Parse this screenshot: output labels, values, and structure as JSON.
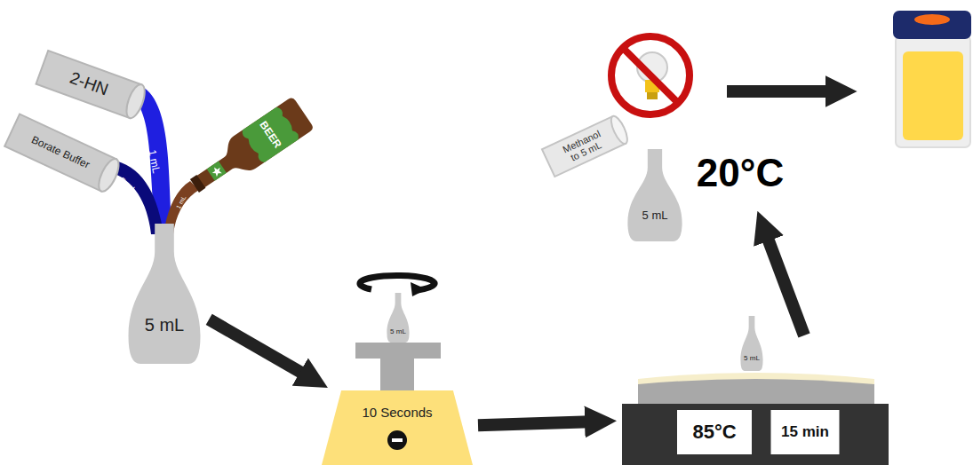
{
  "diagram": {
    "nodes": [
      {
        "text": [
          "5 mL"
        ]
      },
      {
        "text": [
          "5 mL"
        ]
      },
      {
        "text": [
          "10 Seconds"
        ]
      },
      {
        "text": [
          "5 mL"
        ]
      },
      {
        "text": [
          "85°C",
          "15 min"
        ]
      },
      {
        "text": [
          "5 mL"
        ]
      }
    ],
    "edges": [
      {
        "from": 0,
        "to": 2,
        "arrow": "to"
      },
      {
        "from": 2,
        "to": 4,
        "arrow": "to"
      }
    ],
    "labels": [
      "2-HN",
      "1 mL",
      "Borate Buffer",
      ".5 mL",
      "BEER",
      "1 mL",
      "Methanol to 5 mL",
      "20°C"
    ]
  }
}
